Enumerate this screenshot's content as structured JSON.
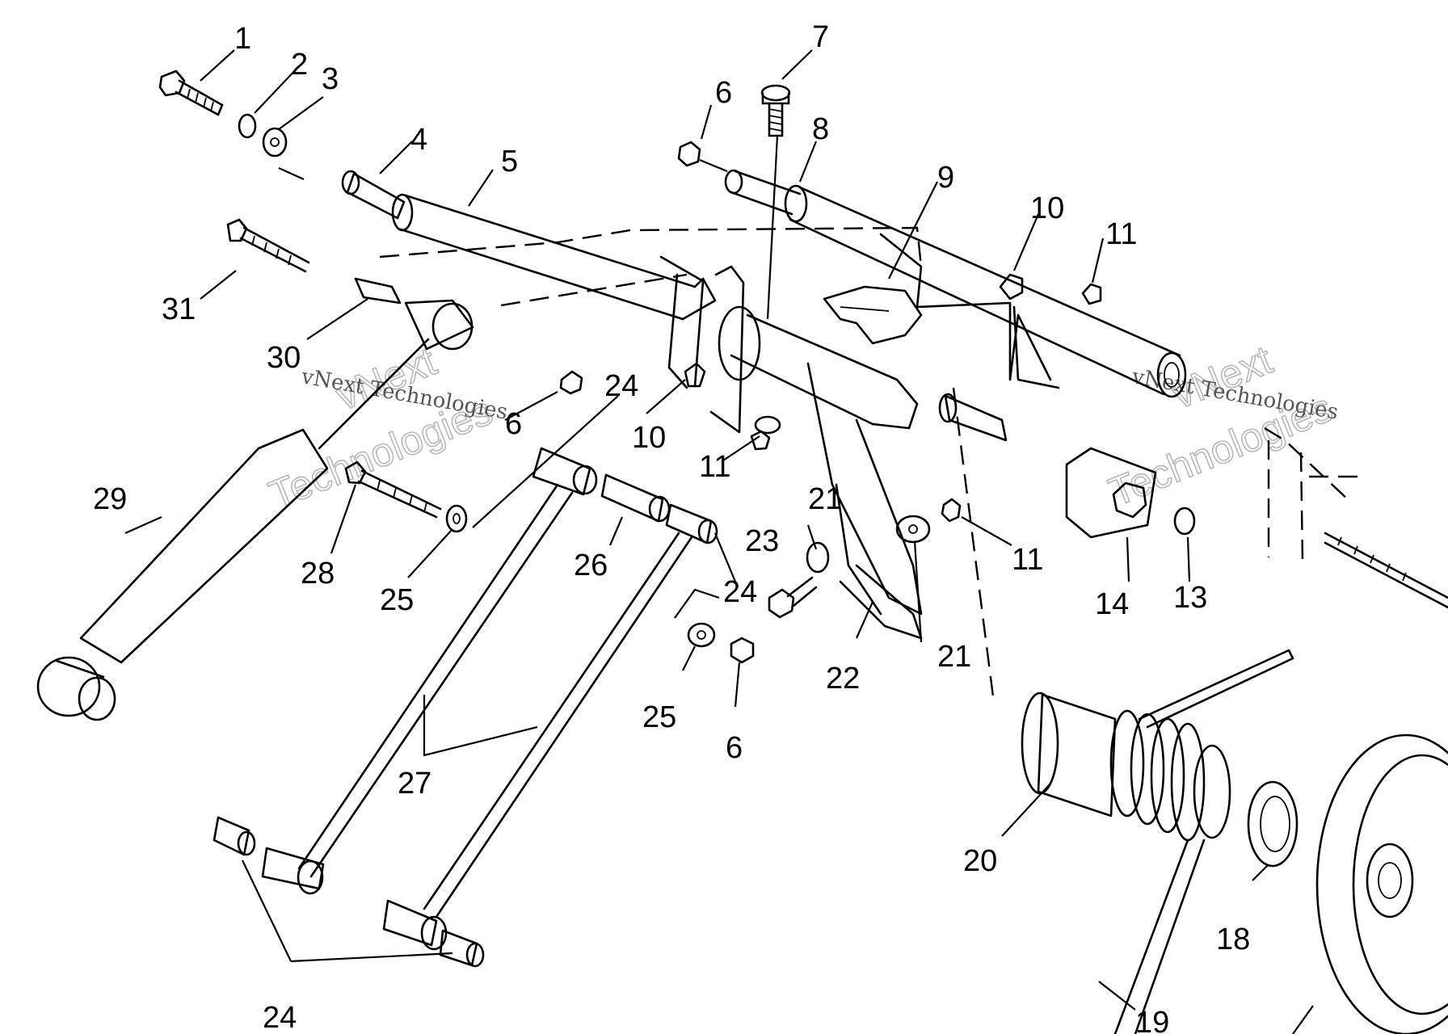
{
  "callouts": {
    "c1": "1",
    "c2": "2",
    "c3": "3",
    "c4": "4",
    "c5": "5",
    "c6a": "6",
    "c7": "7",
    "c8": "8",
    "c9": "9",
    "c10a": "10",
    "c11a": "11",
    "c31": "31",
    "c30": "30",
    "c6b": "6",
    "c24a": "24",
    "c10b": "10",
    "c11b": "11",
    "c21a": "21",
    "c11c": "11",
    "c14": "14",
    "c13": "13",
    "c29": "29",
    "c28": "28",
    "c25a": "25",
    "c26": "26",
    "c24b": "24",
    "c23": "23",
    "c21b": "21",
    "c22": "22",
    "c25b": "25",
    "c6c": "6",
    "c27": "27",
    "c20": "20",
    "c18": "18",
    "c24c": "24",
    "c19": "19"
  },
  "watermark": {
    "left_small": "vNext Technologies",
    "left_large_1": "vNext",
    "left_large_2": "Technologies",
    "right_small": "vNext Technologies",
    "right_large_1": "vNext",
    "right_large_2": "Technologies"
  }
}
